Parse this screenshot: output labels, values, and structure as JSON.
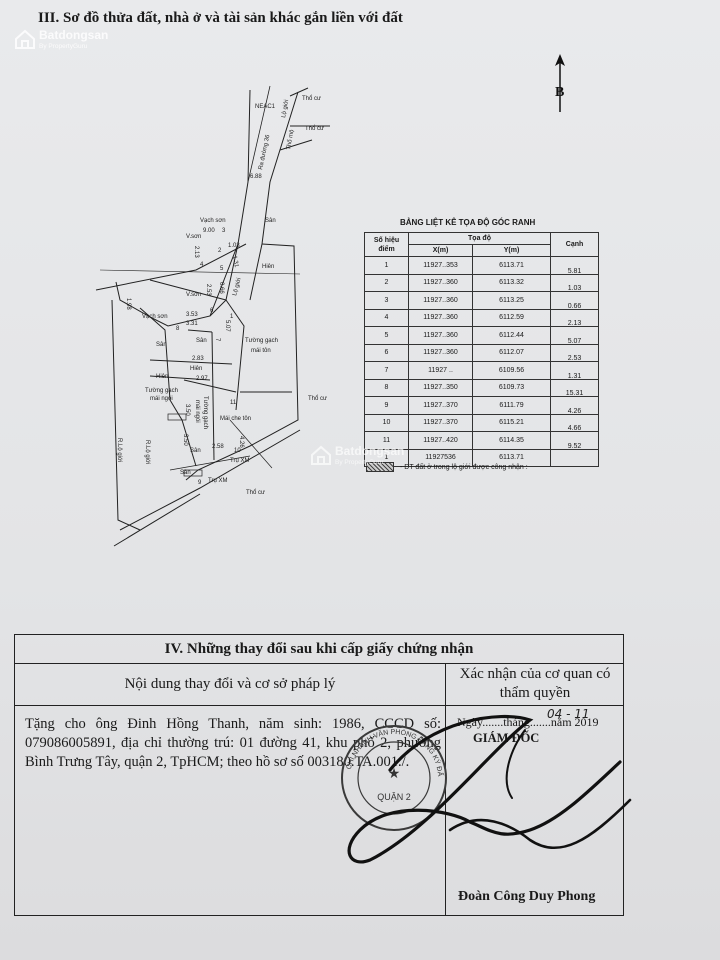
{
  "brand": {
    "name": "Batdongsan",
    "sub": "By PropertyGuru"
  },
  "section3": {
    "title": "III. Sơ đồ thửa đất, nhà ở và tài sản khác gắn liền với đất",
    "north": "B"
  },
  "plan_labels": {
    "neac": "NEAC1",
    "loi_di": "Lộ giới",
    "tho_cu": "Thổ cư",
    "tho_cu2": "Thổ cư",
    "tho_cu3": "Thổ cư",
    "tho_cu4": "Thổ cư",
    "tho_mo": "Thổ mộ",
    "ra_duong": "Ra đường 36",
    "vach_son": "Vạch sơn",
    "san1": "Sân",
    "v_son": "V.sơn",
    "hien1": "Hiên",
    "vach_son2": "Vạch sơn",
    "v_son2": "V.sơn",
    "san2": "Sân",
    "san3": "Sân",
    "tuong_gach1": "Tường gạch",
    "mai_ton1": "mái tôn",
    "hien2": "Hiên",
    "hien3": "Hiên",
    "tuong_gach2": "Tường gạch",
    "mai_ngoi2": "mái ngói",
    "tuong_gach3": "Tường gạch",
    "mai_ngoi3": "mái ngói",
    "mai_che_ton": "Mái che tôn",
    "san4": "Sân",
    "tru_xm1": "Trụ XM",
    "san5": "Sân",
    "tru_xm2": "Trụ XM",
    "rlg": "R.Lộ giới",
    "rlg2": "R.Lộ giới",
    "p1": "1",
    "p2": "2",
    "p3": "3",
    "p4": "4",
    "p5": "5",
    "p6": "6",
    "p7": "7",
    "p8": "8",
    "p9": "9",
    "p10": "10",
    "p11": "11",
    "d1": "6.88",
    "d2": "9.00",
    "d3": "1.03",
    "d4": "2.13",
    "d5": "5.07",
    "d6": "3.31",
    "d7": "3.53",
    "d8": "2.53",
    "d9": "1.31",
    "d10": "2.83",
    "d11": "2.97",
    "d12": "3.50",
    "d13": "4.26",
    "d14": "3.50",
    "d15": "2.58",
    "d16": "0.66",
    "d17": "1.98"
  },
  "coord_table": {
    "title": "BẢNG LIỆT KÊ TỌA ĐỘ GÓC RANH",
    "headers": {
      "point": "Số hiệu điểm",
      "coord": "Tọa độ",
      "x": "X(m)",
      "y": "Y(m)",
      "edge": "Cạnh"
    },
    "rows": [
      {
        "p": "1",
        "x": "11927..353",
        "y": "6113.71"
      },
      {
        "p": "2",
        "x": "11927..360",
        "y": "6113.32"
      },
      {
        "p": "3",
        "x": "11927..360",
        "y": "6113.25"
      },
      {
        "p": "4",
        "x": "11927..360",
        "y": "6112.59"
      },
      {
        "p": "5",
        "x": "11927..360",
        "y": "6112.44"
      },
      {
        "p": "6",
        "x": "11927..360",
        "y": "6112.07"
      },
      {
        "p": "7",
        "x": "11927 ..",
        "y": "6109.56"
      },
      {
        "p": "8",
        "x": "11927..350",
        "y": "6109.73"
      },
      {
        "p": "9",
        "x": "11927..370",
        "y": "6111.79"
      },
      {
        "p": "10",
        "x": "11927..370",
        "y": "6115.21"
      },
      {
        "p": "11",
        "x": "11927..420",
        "y": "6114.35"
      },
      {
        "p": "1",
        "x": "11927536",
        "y": "6113.71"
      }
    ],
    "edges": [
      "5.81",
      "1.03",
      "0.66",
      "2.13",
      "5.07",
      "2.53",
      "1.31",
      "15.31",
      "4.26",
      "4.66",
      "9.52"
    ],
    "legend": "- DT đất ở trong lộ giới được công nhận :"
  },
  "section4": {
    "title": "IV. Những thay đổi sau khi cấp giấy chứng nhận",
    "col1": "Nội dung thay đổi và cơ sở pháp lý",
    "col2": "Xác nhận của cơ quan có thẩm quyền",
    "content": "Tặng cho ông Đinh Hồng Thanh, năm sinh: 1986, CCCD số: 079086005891, địa chỉ thường trú: 01 đường 41, khu phố 2, phường Bình Trưng Tây, quận 2, TpHCM; theo hồ sơ số 003180.TA.001./.",
    "date": "Ngày.......tháng.......năm 2019",
    "date_handwritten": "04 - 11",
    "director": "GIÁM ĐỐC",
    "signer": "Đoàn Công Duy Phong"
  },
  "stamp": {
    "top": "CHI NHÁNH VĂN PHÒNG ĐĂNG KÝ ĐẤT ĐAI",
    "bottom": "QUẬN 2"
  },
  "colors": {
    "ink": "#1a1a1a",
    "paper": "#e6e7e9",
    "pen": "#111111"
  }
}
